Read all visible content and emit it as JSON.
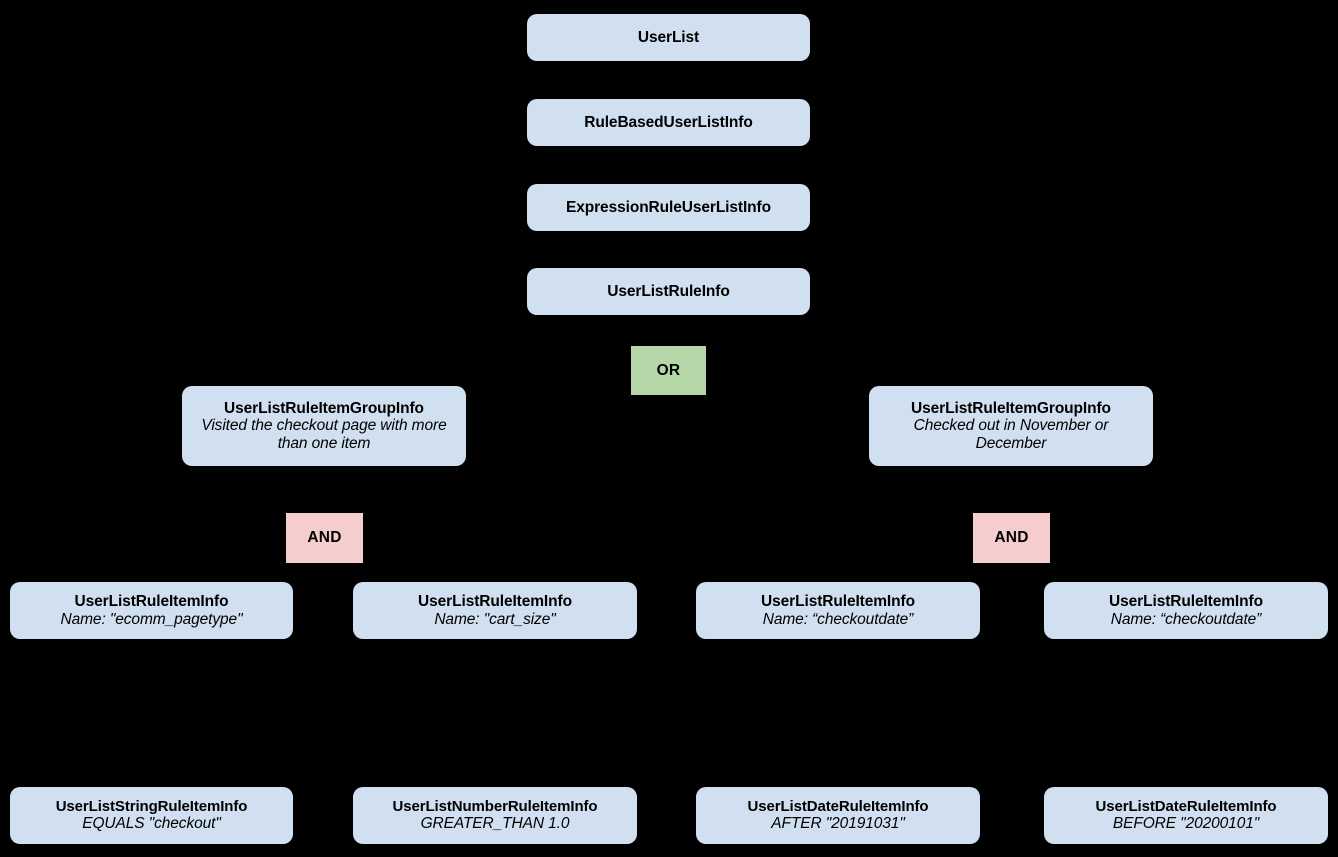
{
  "diagram": {
    "background_color": "#000000",
    "node_fill": "#d0e0f1",
    "or_fill": "#b5d6a7",
    "and_fill": "#f5cdcd",
    "text_color": "#000000",
    "nodes": {
      "user_list": {
        "title": "UserList"
      },
      "rule_based_user_list_info": {
        "title": "RuleBasedUserListInfo"
      },
      "expression_rule_user_list_info": {
        "title": "ExpressionRuleUserListInfo"
      },
      "user_list_rule_info": {
        "title": "UserListRuleInfo"
      },
      "or_operator": {
        "label": "OR"
      },
      "group_left": {
        "title": "UserListRuleItemGroupInfo",
        "subtitle": "Visited the checkout page with more than one item"
      },
      "group_right": {
        "title": "UserListRuleItemGroupInfo",
        "subtitle": "Checked out in November or December"
      },
      "and_left": {
        "label": "AND"
      },
      "and_right": {
        "label": "AND"
      },
      "item_1": {
        "title": "UserListRuleItemInfo",
        "subtitle": "Name: \"ecomm_pagetype\""
      },
      "item_2": {
        "title": "UserListRuleItemInfo",
        "subtitle": "Name: \"cart_size\""
      },
      "item_3": {
        "title": "UserListRuleItemInfo",
        "subtitle": "Name: “checkoutdate”"
      },
      "item_4": {
        "title": "UserListRuleItemInfo",
        "subtitle": "Name: “checkoutdate”"
      },
      "leaf_1": {
        "title": "UserListStringRuleItemInfo",
        "subtitle": "EQUALS \"checkout\""
      },
      "leaf_2": {
        "title": "UserListNumberRuleItemInfo",
        "subtitle": "GREATER_THAN 1.0"
      },
      "leaf_3": {
        "title": "UserListDateRuleItemInfo",
        "subtitle": "AFTER \"20191031\""
      },
      "leaf_4": {
        "title": "UserListDateRuleItemInfo",
        "subtitle": "BEFORE \"20200101\""
      }
    }
  }
}
